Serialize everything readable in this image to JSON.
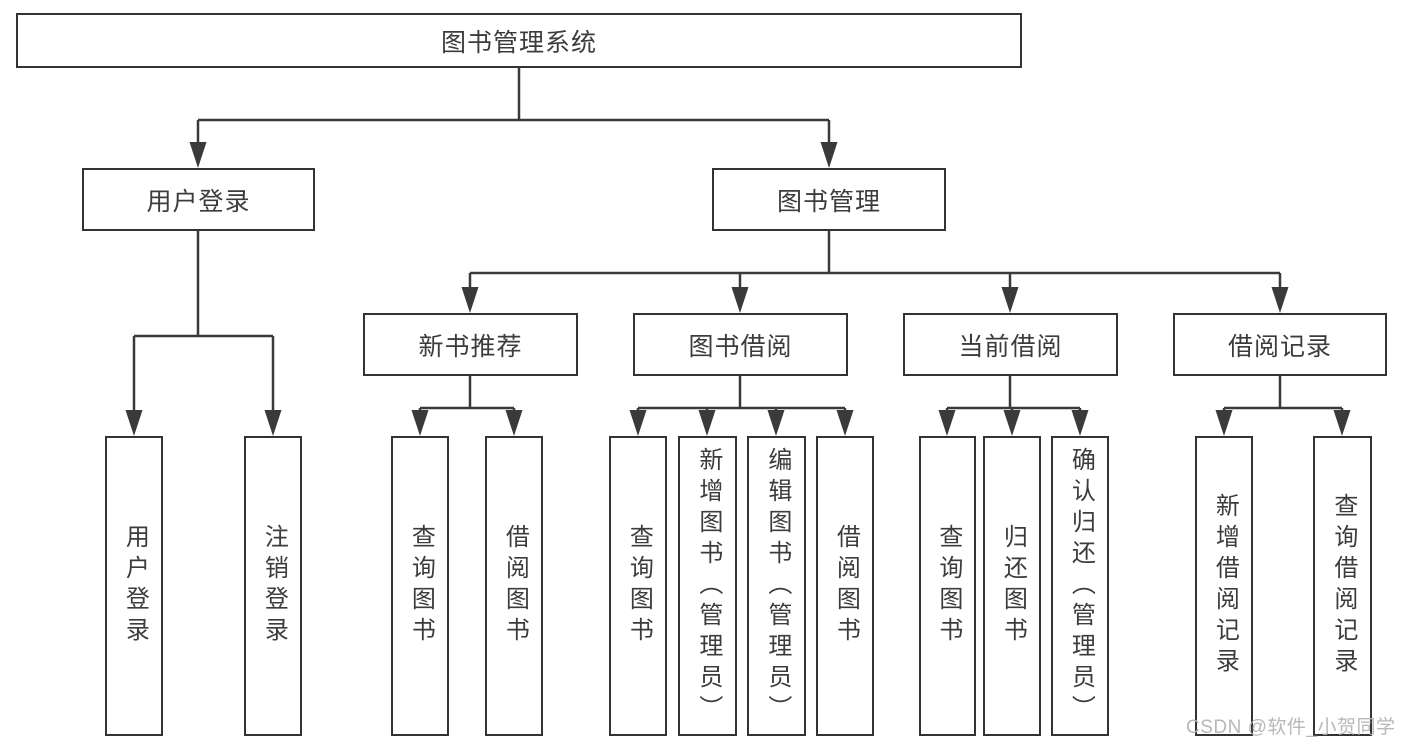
{
  "diagram": {
    "root": {
      "label": "图书管理系统"
    },
    "level2": [
      {
        "label": "用户登录",
        "parent": "图书管理系统"
      },
      {
        "label": "图书管理",
        "parent": "图书管理系统"
      }
    ],
    "level3": [
      {
        "label": "新书推荐",
        "parent": "图书管理"
      },
      {
        "label": "图书借阅",
        "parent": "图书管理"
      },
      {
        "label": "当前借阅",
        "parent": "图书管理"
      },
      {
        "label": "借阅记录",
        "parent": "图书管理"
      }
    ],
    "leaves": [
      {
        "label": "用户登录",
        "parent": "用户登录"
      },
      {
        "label": "注销登录",
        "parent": "用户登录"
      },
      {
        "label": "查询图书",
        "parent": "新书推荐"
      },
      {
        "label": "借阅图书",
        "parent": "新书推荐"
      },
      {
        "label": "查询图书",
        "parent": "图书借阅"
      },
      {
        "label": "新增图书（管理员）",
        "parent": "图书借阅"
      },
      {
        "label": "编辑图书（管理员）",
        "parent": "图书借阅"
      },
      {
        "label": "借阅图书",
        "parent": "图书借阅"
      },
      {
        "label": "查询图书",
        "parent": "当前借阅"
      },
      {
        "label": "归还图书",
        "parent": "当前借阅"
      },
      {
        "label": "确认归还（管理员）",
        "parent": "当前借阅"
      },
      {
        "label": "新增借阅记录",
        "parent": "借阅记录"
      },
      {
        "label": "查询借阅记录",
        "parent": "借阅记录"
      }
    ],
    "watermark": "CSDN @软件_小贺同学",
    "colors": {
      "line": "#3a3a3a",
      "box_border": "#333333",
      "text": "#3c3c3c",
      "watermark": "#b2b2b2",
      "background": "#ffffff"
    }
  }
}
